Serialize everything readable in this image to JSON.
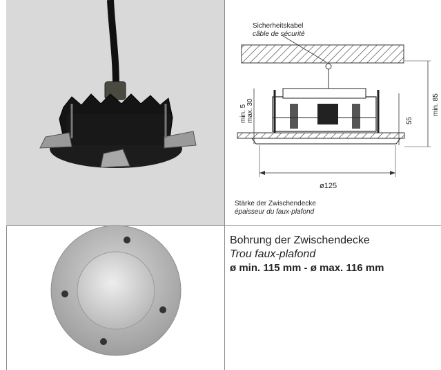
{
  "drawing": {
    "safety_cable_de": "Sicherheitskabel",
    "safety_cable_fr": "câble de sécurité",
    "dim_min5": "min. 5",
    "dim_max30": "max. 30",
    "dim_55": "55",
    "dim_min85": "min. 85",
    "dim_diameter": "ø125",
    "ceiling_thickness_de": "Stärke der Zwischendecke",
    "ceiling_thickness_fr": "épaisseur du faux-plafond"
  },
  "info": {
    "title_de": "Bohrung der Zwischendecke",
    "title_fr": "Trou faux-plafond",
    "spec": "ø min. 115 mm - ø max. 116 mm"
  },
  "colors": {
    "photo_bg": "#d9d9d9",
    "rule": "#8a8a8a"
  }
}
